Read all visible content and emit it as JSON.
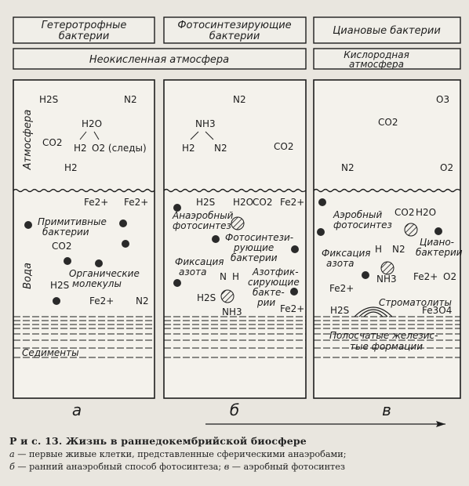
{
  "panels": [
    {
      "header": "Гетеротрофные бактерии",
      "letter": "а"
    },
    {
      "header": "Фотосинтезирующие бактерии",
      "letter": "б"
    },
    {
      "header": "Циановые бактерии",
      "letter": "в"
    }
  ],
  "atmosphere_labels": {
    "non_oxidized": "Неокисленная атмосфера",
    "oxygen_line1": "Кислородная",
    "oxygen_line2": "атмосфера"
  },
  "side_labels": {
    "atmosphere": "Атмосфера",
    "water": "Вода",
    "sediments": "Седименты"
  },
  "panel_a": {
    "h2s": "H2S",
    "n2": "N2",
    "h2o": "H2O",
    "co2": "CO2",
    "h2": "H2",
    "h2_low": "H2",
    "o2_traces": "O2 (следы)",
    "fe_left": "Fe2+",
    "fe_right": "Fe2+",
    "primitive": [
      "Примитивные",
      "бактерии"
    ],
    "co2_water": "CO2",
    "organic": [
      "Органические",
      "молекулы"
    ],
    "h2s_water": "H2S",
    "fe_low": "Fe2+",
    "n2_water": "N2"
  },
  "panel_b": {
    "n2_top": "N2",
    "nh3": "NH3",
    "h2": "H2",
    "n2": "N2",
    "co2": "CO2",
    "h2s": "H2S",
    "h2o": "H2O",
    "co2_water": "CO2",
    "fe_right": "Fe2+",
    "anaerobic": [
      "Анаэробный",
      "фотосинтез"
    ],
    "photosynth_bact": [
      "Фотосинтези-",
      "рующие",
      "бактерии"
    ],
    "fixation": [
      "Фиксация",
      "азота"
    ],
    "azofix": [
      "Азотфик-",
      "сирующие",
      "бакте-",
      "рии"
    ],
    "n": "N",
    "h": "H",
    "nh3_low": "NH3",
    "h2s_low": "H2S",
    "fe_low": "Fe2+"
  },
  "panel_c": {
    "o3": "O3",
    "co2": "CO2",
    "n2": "N2",
    "o2": "O2",
    "aerobic": [
      "Аэробный",
      "фотосинтез"
    ],
    "co2_water": "CO2",
    "h2o": "H2O",
    "cyano": [
      "Циано-",
      "бактерии"
    ],
    "fixation": [
      "Фиксация",
      "азота"
    ],
    "h": "H",
    "n2_mid": "N2",
    "nh3": "NH3",
    "fe_mid": "Fe2+",
    "fe_left": "Fe2+",
    "o2_mid": "O2",
    "stromatolites": "Строматолиты",
    "h2s_low": "H2S",
    "fe3o4": "Fe3O4",
    "banded": [
      "Полосчатые железис-",
      "тые формации"
    ]
  },
  "caption": {
    "title": "Р и с. 13. Жизнь в раннедокембрийской биосфере",
    "line1_a": "а",
    "line1_text": " — первые живые клетки, представленные сферическими анаэробами;",
    "line2_b": "б",
    "line2_text": " — ранний анаэробный способ фотосинтеза; ",
    "line2_c": "в",
    "line2_text2": " — аэробный фотосинтез"
  }
}
